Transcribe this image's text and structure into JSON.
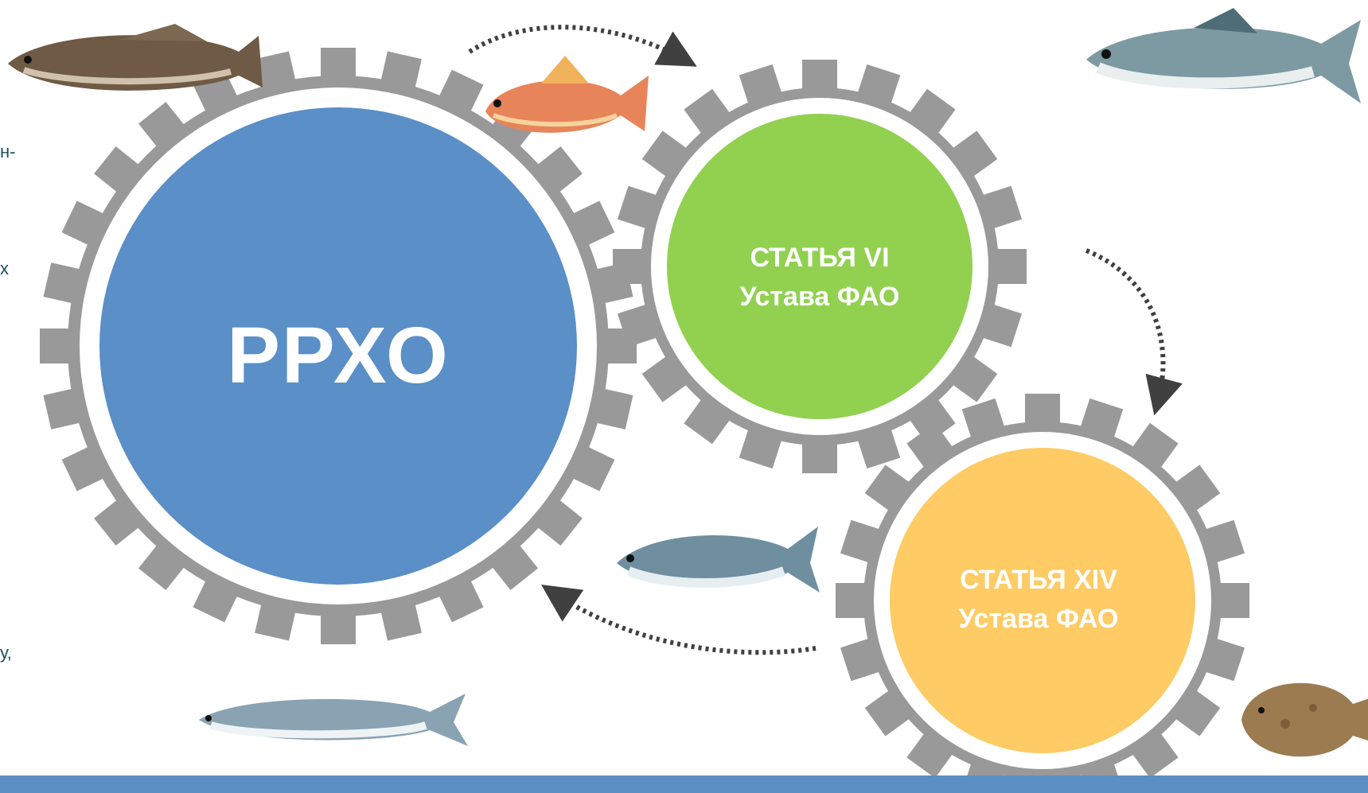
{
  "left_text_fragments": [
    "н-",
    "х",
    "у,"
  ],
  "main_gear": {
    "label": "РРХО",
    "color": "#5a8fc7"
  },
  "gear_vi": {
    "line1": "СТАТЬЯ VI",
    "line2": "Устава ФАО",
    "color": "#92d050"
  },
  "gear_xiv": {
    "line1": "СТАТЬЯ XIV",
    "line2": "Устава ФАО",
    "color": "#fecb64"
  },
  "colors": {
    "gear_teeth": "#999999",
    "band": "#5b8fc4",
    "arrows": "#404040"
  },
  "fish_icons": [
    "cod-fish-icon",
    "red-mullet-fish-icon",
    "mackerel-fish-icon",
    "herring-fish-icon",
    "anchovy-fish-icon",
    "flounder-fish-icon"
  ]
}
